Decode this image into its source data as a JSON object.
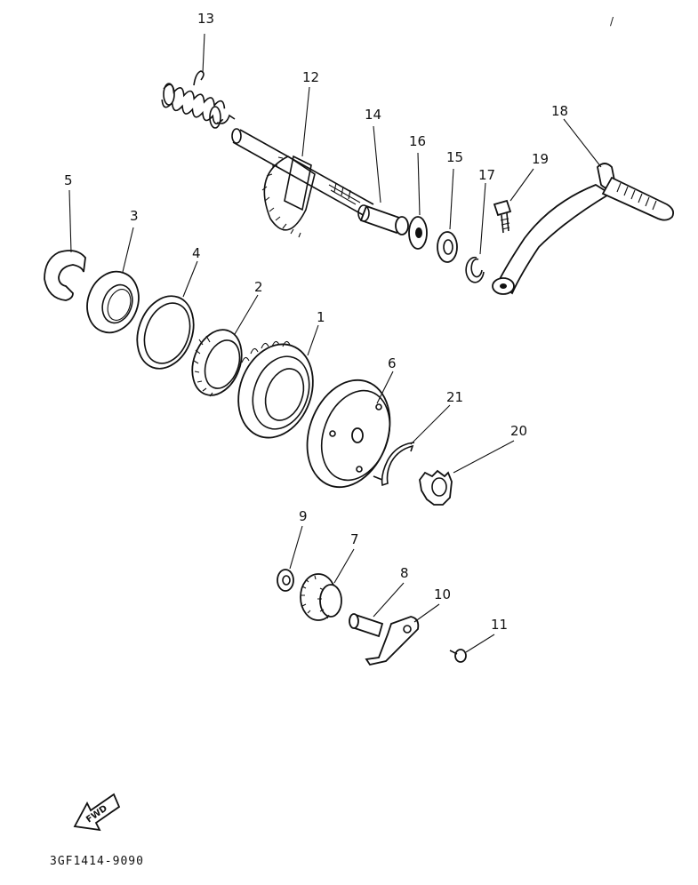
{
  "figure": {
    "diagram_code": "3GF1414-9090",
    "fwd_label": "FWD",
    "stray_mark": "/"
  },
  "callouts": [
    {
      "id": "c13",
      "label": "13"
    },
    {
      "id": "c12",
      "label": "12"
    },
    {
      "id": "c14",
      "label": "14"
    },
    {
      "id": "c16",
      "label": "16"
    },
    {
      "id": "c15",
      "label": "15"
    },
    {
      "id": "c17",
      "label": "17"
    },
    {
      "id": "c19",
      "label": "19"
    },
    {
      "id": "c18",
      "label": "18"
    },
    {
      "id": "c5",
      "label": "5"
    },
    {
      "id": "c3",
      "label": "3"
    },
    {
      "id": "c4",
      "label": "4"
    },
    {
      "id": "c2",
      "label": "2"
    },
    {
      "id": "c1",
      "label": "1"
    },
    {
      "id": "c6",
      "label": "6"
    },
    {
      "id": "c21",
      "label": "21"
    },
    {
      "id": "c20",
      "label": "20"
    },
    {
      "id": "c9",
      "label": "9"
    },
    {
      "id": "c7",
      "label": "7"
    },
    {
      "id": "c8",
      "label": "8"
    },
    {
      "id": "c10",
      "label": "10"
    },
    {
      "id": "c11",
      "label": "11"
    }
  ]
}
